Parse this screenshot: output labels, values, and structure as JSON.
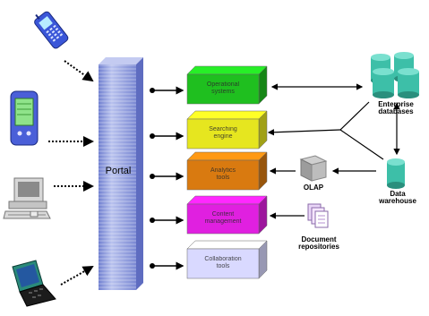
{
  "portal": {
    "label": "Portal"
  },
  "boxes": [
    {
      "id": "operational",
      "line1": "Operational",
      "line2": "systems",
      "color": "#1fbf1f"
    },
    {
      "id": "search",
      "line1": "Searching",
      "line2": "engine",
      "color": "#e6e61f"
    },
    {
      "id": "analytics",
      "line1": "Analytics",
      "line2": "tools",
      "color": "#d97a10"
    },
    {
      "id": "content",
      "line1": "Content",
      "line2": "management",
      "color": "#e020e0"
    },
    {
      "id": "collaboration",
      "line1": "Collaboration",
      "line2": "tools",
      "color": "#d9d9ff"
    }
  ],
  "labels": {
    "enterprise_databases": [
      "Enterprise",
      "databases"
    ],
    "data_warehouse": [
      "Data",
      "warehouse"
    ],
    "olap": "OLAP",
    "document_repositories": [
      "Document",
      "repositories"
    ]
  },
  "colors": {
    "portal": "#9aa6dd",
    "database": "#3dbfa8",
    "olap_gray": "#9c9c9c"
  },
  "icons": [
    "mobile-phone-icon",
    "pda-icon",
    "desktop-computer-icon",
    "laptop-icon"
  ]
}
